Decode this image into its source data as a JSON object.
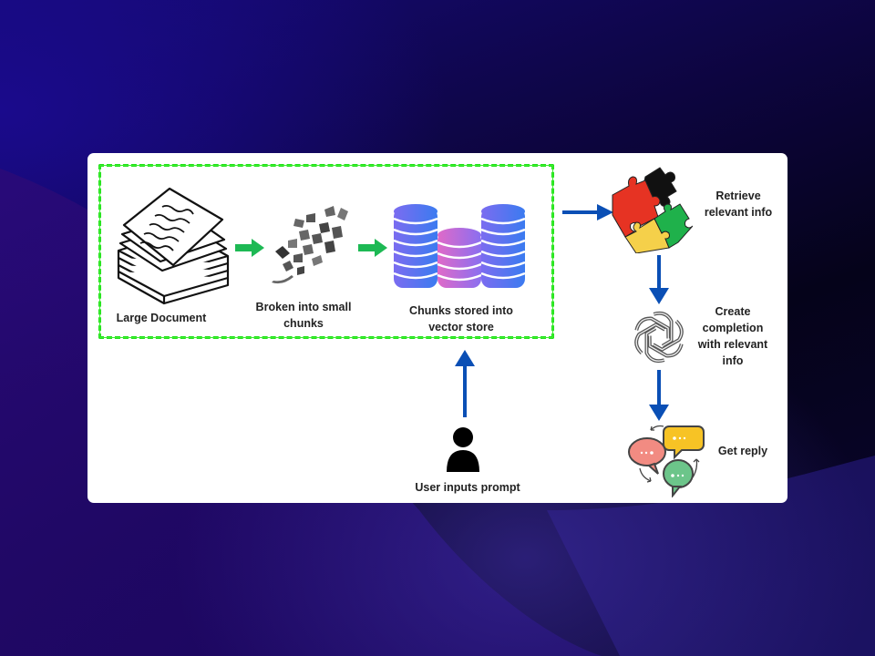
{
  "diagram": {
    "title": "RAG pipeline",
    "steps": [
      {
        "id": "large-document",
        "label": "Large Document",
        "icon": "document-stack-icon"
      },
      {
        "id": "chunks",
        "label": "Broken into small chunks",
        "label_lines": [
          "Broken into small",
          "chunks"
        ],
        "icon": "paper-fragments-icon"
      },
      {
        "id": "vector-store",
        "label": "Chunks stored into vector store",
        "label_lines": [
          "Chunks stored into",
          "vector store"
        ],
        "icon": "database-stack-icon"
      },
      {
        "id": "user-prompt",
        "label": "User inputs prompt",
        "icon": "user-icon"
      },
      {
        "id": "retrieve",
        "label": "Retrieve relevant info",
        "label_lines": [
          "Retrieve",
          "relevant info"
        ],
        "icon": "puzzle-icon"
      },
      {
        "id": "completion",
        "label": "Create completion with relevant info",
        "label_lines": [
          "Create",
          "completion",
          "with relevant",
          "info"
        ],
        "icon": "openai-logo-icon"
      },
      {
        "id": "reply",
        "label": "Get reply",
        "icon": "chat-bubbles-icon"
      }
    ],
    "edges": [
      {
        "from": "large-document",
        "to": "chunks",
        "color": "#1db954"
      },
      {
        "from": "chunks",
        "to": "vector-store",
        "color": "#1db954"
      },
      {
        "from": "user-prompt",
        "to": "vector-store",
        "color": "#0a4fb5"
      },
      {
        "from": "vector-store",
        "to": "retrieve",
        "color": "#0a4fb5"
      },
      {
        "from": "retrieve",
        "to": "completion",
        "color": "#0a4fb5"
      },
      {
        "from": "completion",
        "to": "reply",
        "color": "#0a4fb5"
      }
    ],
    "group": {
      "name": "ingestion-group",
      "border_color": "#22e01a"
    },
    "colors": {
      "db_blue": "#3b7bf0",
      "db_purple": "#7b6cf0",
      "db_pink": "#d46bd6",
      "puzzle": [
        "#e63323",
        "#111111",
        "#f5d04a",
        "#1fb14b"
      ],
      "bubbles": [
        "#f28b82",
        "#f7c325",
        "#6cc58a"
      ]
    }
  }
}
